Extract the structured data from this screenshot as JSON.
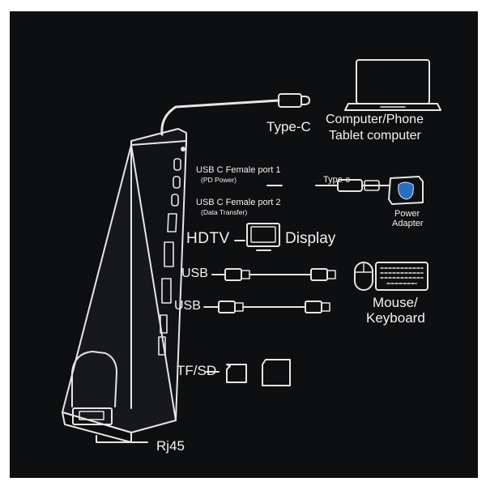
{
  "diagram": {
    "labels": {
      "type_c": "Type-C",
      "computer_line1": "Computer/Phone",
      "computer_line2": "Tablet computer",
      "port1": "USB C Female port 1",
      "port1_sub": "(PD Power)",
      "cable_type_c": "Type-c",
      "power_line1": "Power",
      "power_line2": "Adapter",
      "port2": "USB C Female port 2",
      "port2_sub": "(Data Transfer)",
      "hdtv": "HDTV",
      "display": "Display",
      "usb_1": "USB",
      "usb_2": "USB",
      "mouse_line1": "Mouse/",
      "keyboard_line2": "Keyboard",
      "tf_sd": "TF/SD",
      "rj45": "Rj45"
    },
    "icons": [
      "laptop-icon",
      "type-c-plug-icon",
      "power-adapter-icon",
      "monitor-icon",
      "usb-cable-icon",
      "mouse-icon",
      "keyboard-icon",
      "tf-card-icon",
      "sd-card-icon"
    ],
    "colors": {
      "background": "#0e0f11",
      "line": "#e6e6e6",
      "text": "#f2f2f2"
    }
  }
}
